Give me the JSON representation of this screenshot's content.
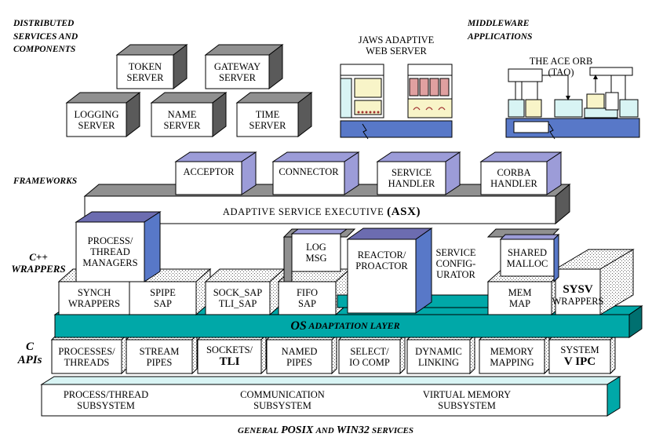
{
  "colors": {
    "purple": "#9c9cd8",
    "purple_dark": "#6c6cb0",
    "blue": "#5878c8",
    "teal": "#00a8a8",
    "teal_dark": "#007070",
    "gray": "#909090",
    "gray_dark": "#5a5a5a",
    "cyan_light": "#d8f4f4",
    "yellow_light": "#f8f4c8"
  },
  "section_labels": {
    "distributed": "DISTRIBUTED\nSERVICES AND\nCOMPONENTS",
    "middleware": "MIDDLEWARE\nAPPLICATIONS",
    "frameworks": "FRAMEWORKS",
    "cpp_wrappers": "C++\nWRAPPERS",
    "c_apis": "C\nAPIs"
  },
  "services": {
    "token": "TOKEN\nSERVER",
    "gateway": "GATEWAY\nSERVER",
    "logging": "LOGGING\nSERVER",
    "name": "NAME\nSERVER",
    "time": "TIME\nSERVER"
  },
  "apps": {
    "jaws": "JAWS ADAPTIVE\nWEB SERVER",
    "tao": "THE ACE ORB\n(TAO)"
  },
  "frameworks": {
    "acceptor": "ACCEPTOR",
    "connector": "CONNECTOR",
    "service_handler": "SERVICE\nHANDLER",
    "corba_handler": "CORBA\nHANDLER",
    "asx_prefix": "ADAPTIVE SERVICE EXECUTIVE",
    "asx_abbr": "(ASX)"
  },
  "wrappers": {
    "process_thread_managers": "PROCESS/\nTHREAD\nMANAGERS",
    "log_msg": "LOG\nMSG",
    "reactor_proactor": "REACTOR/\nPROACTOR",
    "service_configurator": "SERVICE\nCONFIG-\nURATOR",
    "shared_malloc": "SHARED\nMALLOC",
    "synch_wrappers": "SYNCH\nWRAPPERS",
    "spipe_sap": "SPIPE\nSAP",
    "sock_sap": "SOCK_SAP\nTLI_SAP",
    "fifo_sap": "FIFO\nSAP",
    "mem_map": "MEM\nMAP",
    "sysv_title": "SYSV",
    "sysv_sub": "WRAPPERS"
  },
  "os_layer": {
    "os": "OS",
    "rest": " ADAPTATION LAYER"
  },
  "c_apis": {
    "processes": "PROCESSES/\nTHREADS",
    "stream": "STREAM\nPIPES",
    "sockets_top": "SOCKETS/",
    "sockets_bottom": "TLI",
    "named": "NAMED\nPIPES",
    "select": "SELECT/\nIO COMP",
    "dynamic": "DYNAMIC\nLINKING",
    "memory": "MEMORY\nMAPPING",
    "system_top": "SYSTEM",
    "system_bottom": "V IPC"
  },
  "subsystems": {
    "process_thread": "PROCESS/THREAD\nSUBSYSTEM",
    "communication": "COMMUNICATION\nSUBSYSTEM",
    "virtual_memory": "VIRTUAL MEMORY\nSUBSYSTEM"
  },
  "footer": {
    "general": "GENERAL",
    "posix": "POSIX",
    "and": "AND",
    "win32": "WIN32",
    "services": "SERVICES"
  }
}
